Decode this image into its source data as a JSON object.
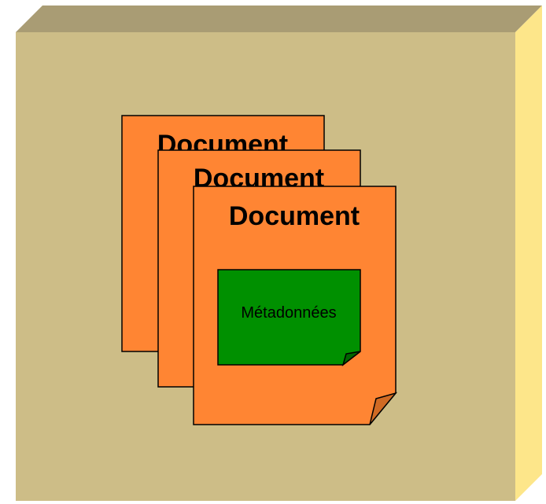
{
  "colors": {
    "box_front": "#cdbd87",
    "box_top": "#a99c74",
    "box_side": "#fde68a",
    "document_fill": "#ff8533",
    "document_fold": "#d06a24",
    "metadata_fill": "#009000",
    "metadata_fold": "#006600",
    "outline": "#000000"
  },
  "documents": [
    {
      "title": "Document"
    },
    {
      "title": "Document"
    },
    {
      "title": "Document"
    }
  ],
  "metadata": {
    "label": "Métadonnées"
  }
}
